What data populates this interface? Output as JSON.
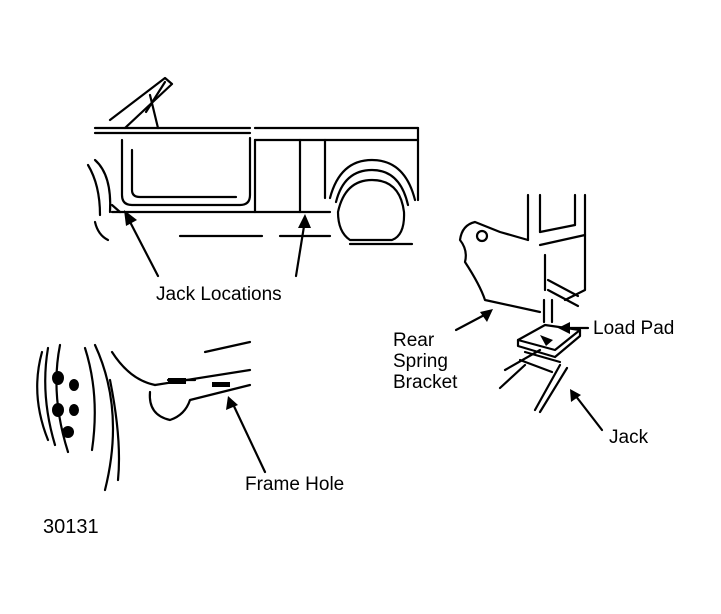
{
  "labels": {
    "jack_locations": "Jack Locations",
    "rear_spring_bracket": [
      "Rear",
      "Spring",
      "Bracket"
    ],
    "load_pad": "Load Pad",
    "jack": "Jack",
    "frame_hole": "Frame Hole",
    "figure_number": "30131"
  },
  "colors": {
    "ink": "#000000",
    "paper": "#ffffff"
  }
}
